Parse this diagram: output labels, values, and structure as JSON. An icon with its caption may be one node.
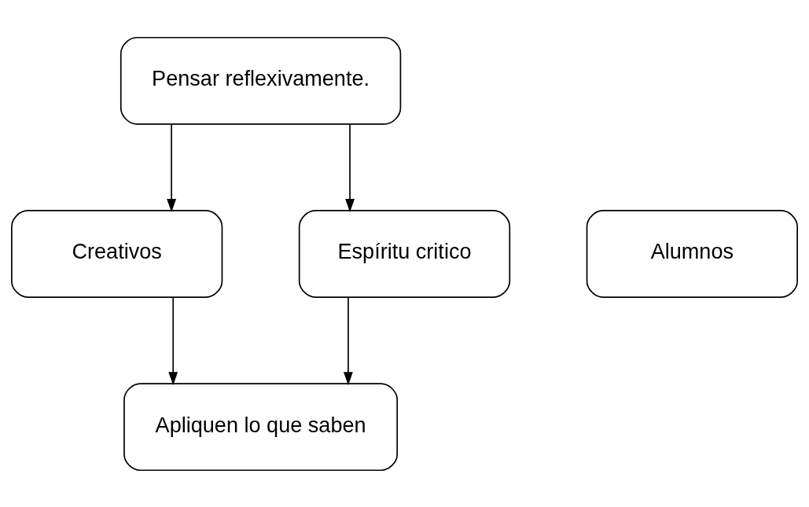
{
  "diagram": {
    "nodes": [
      {
        "text": [
          "Pensar reflexivamente."
        ]
      },
      {
        "text": [
          "Creativos"
        ]
      },
      {
        "text": [
          "Alumnos"
        ]
      },
      {
        "text": [
          "Espíritu critico"
        ]
      },
      {
        "text": [
          "Apliquen lo que saben"
        ]
      }
    ],
    "edges": [
      {
        "from": 0,
        "to": 1,
        "arrow": "to"
      },
      {
        "from": 0,
        "to": 3,
        "arrow": "to"
      },
      {
        "from": 1,
        "to": 4,
        "arrow": "to"
      },
      {
        "from": 3,
        "to": 4,
        "arrow": "to"
      }
    ]
  }
}
